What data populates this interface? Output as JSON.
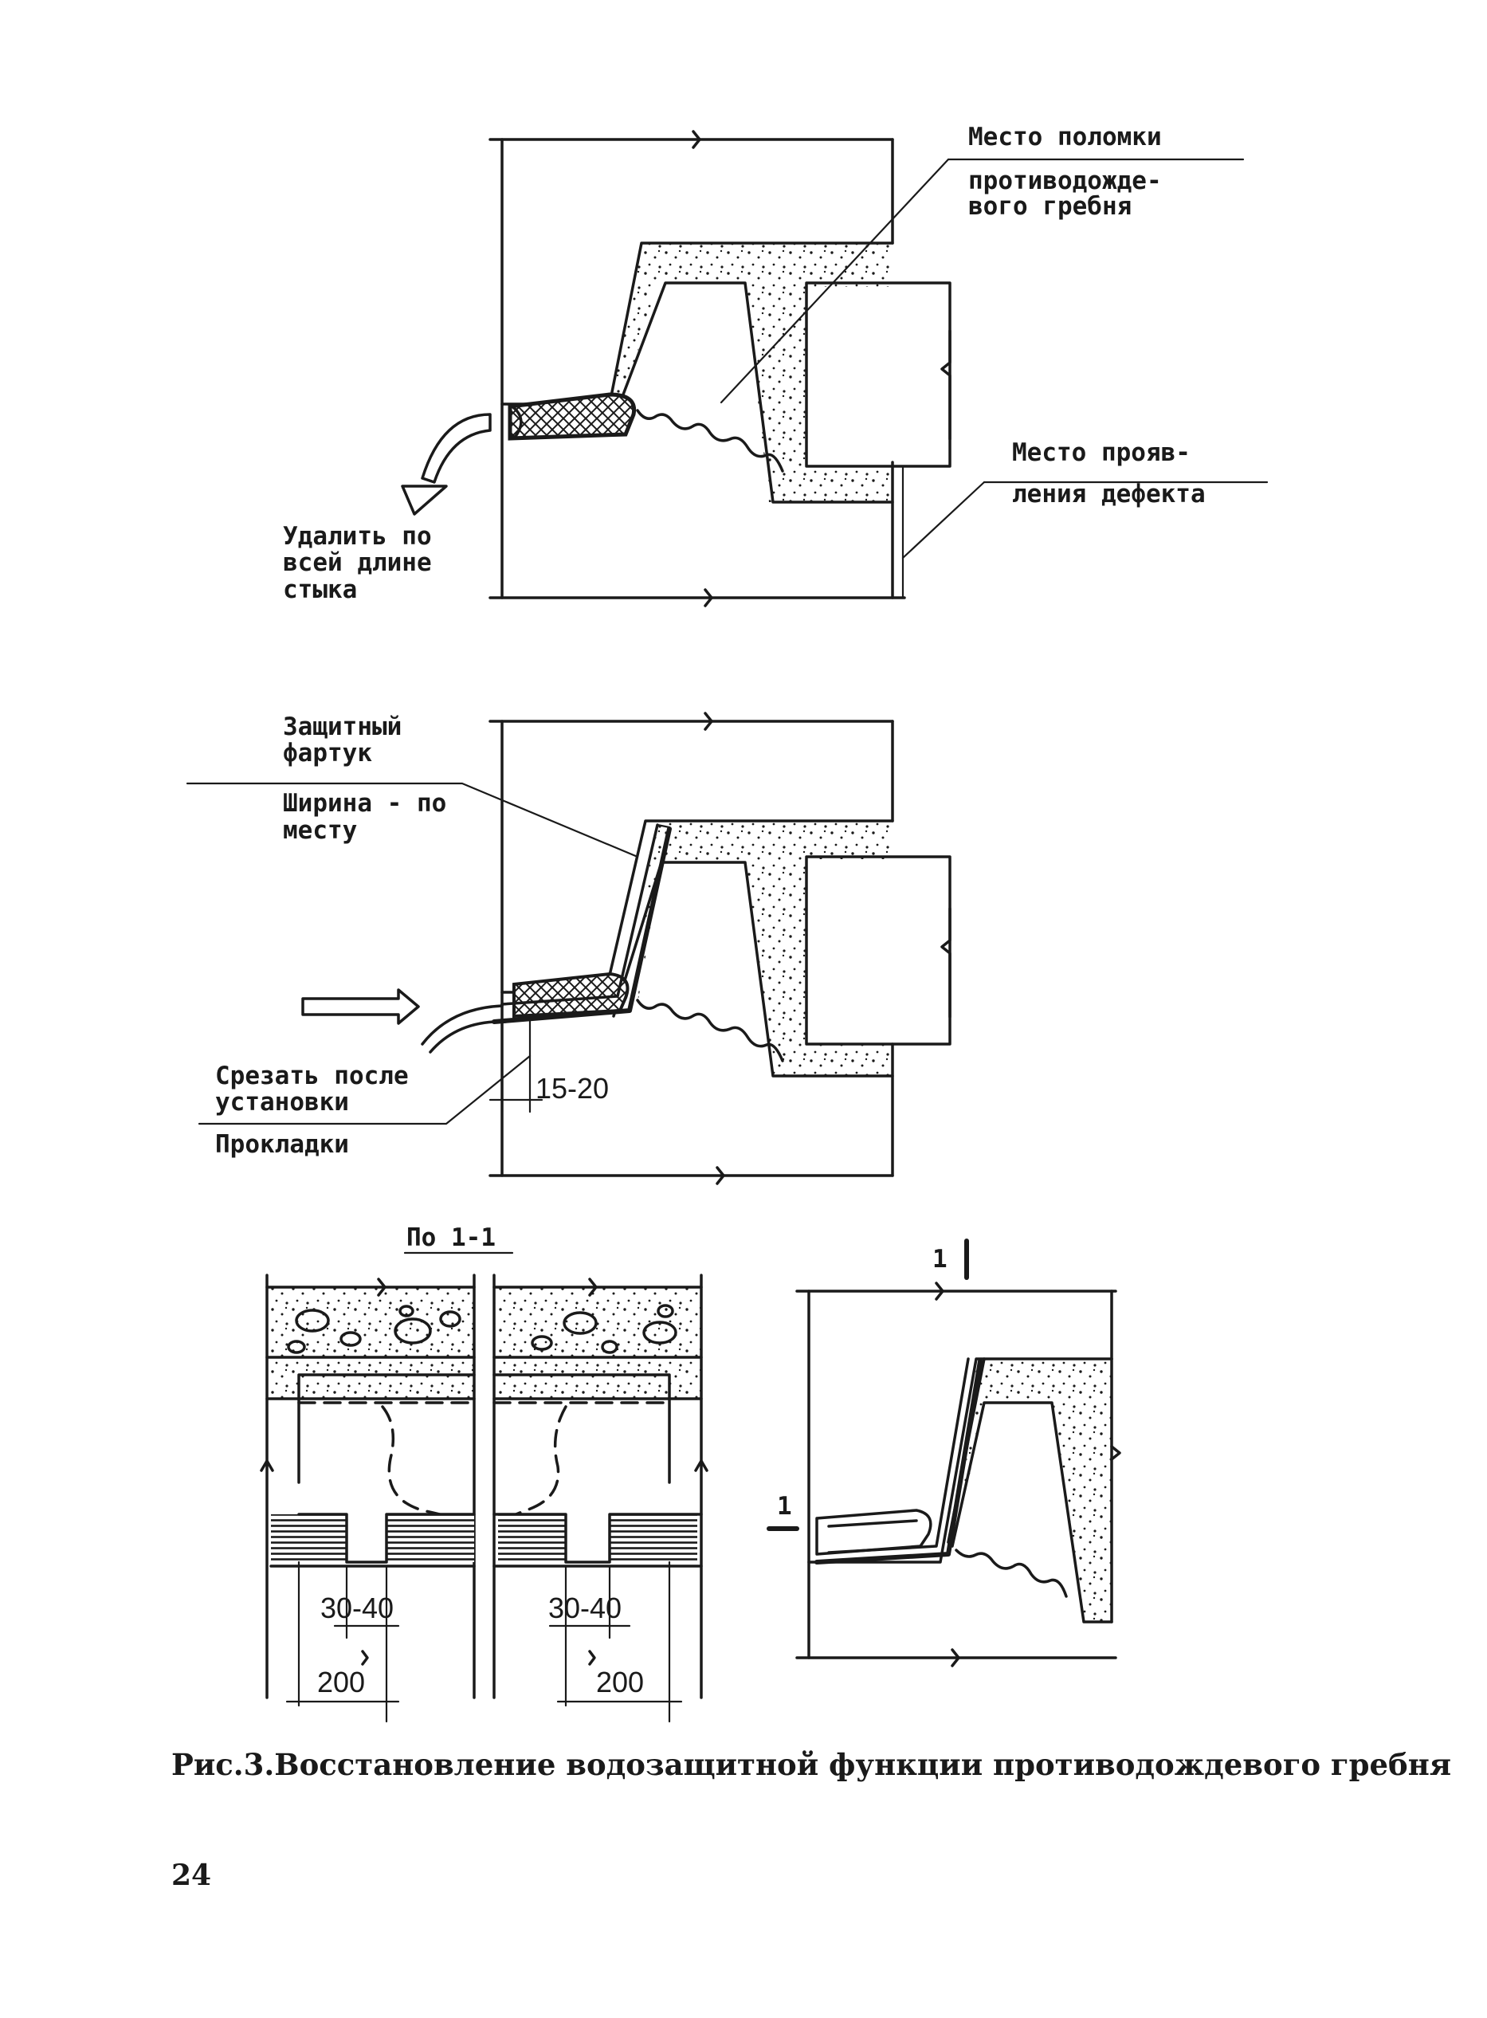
{
  "figure1": {
    "label_break_1": "Место поломки",
    "label_break_2": "противодожде-",
    "label_break_3": "вого гребня",
    "label_defect_1": "Место прояв-",
    "label_defect_2": "ления дефекта",
    "label_remove_1": "Удалить по",
    "label_remove_2": "всей длине",
    "label_remove_3": "стыка"
  },
  "figure2": {
    "label_apron_1": "Защитный",
    "label_apron_2": "фартук",
    "label_width_1": "Ширина - по",
    "label_width_2": "месту",
    "label_cut_1": "Срезать после",
    "label_cut_2": "установки",
    "label_gasket": "Прокладки",
    "dim_overlap": "15-20"
  },
  "figure3": {
    "section_title": "По 1-1",
    "dim_gap_left": "30-40",
    "dim_width_left": "200",
    "dim_gap_right": "30-40",
    "dim_width_right": "200"
  },
  "figure4": {
    "section_mark_top": "1",
    "section_mark_left": "1"
  },
  "caption": "Рис.3.Восстановление водозащитной функции противодождевого гребня",
  "page_number": "24"
}
